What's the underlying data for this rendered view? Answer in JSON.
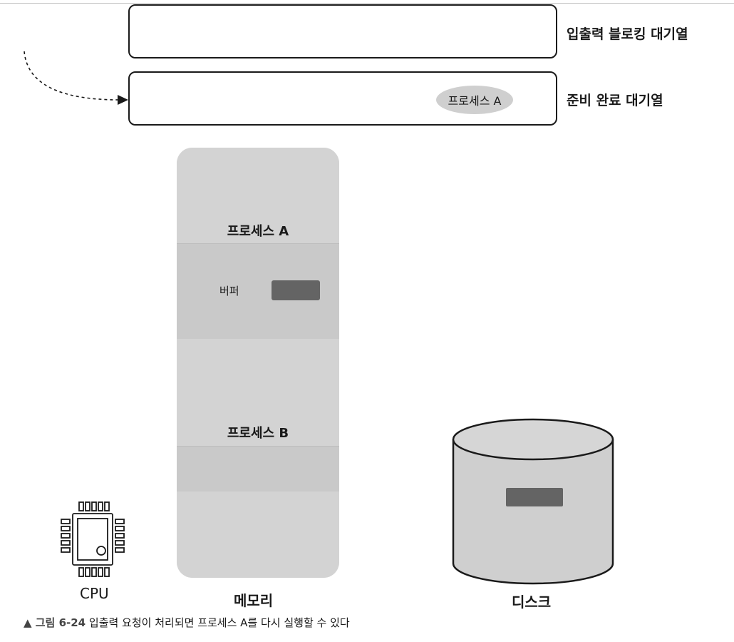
{
  "queues": {
    "blocking_label": "입출력 블로킹 대기열",
    "ready_label": "준비 완료 대기열",
    "ready_item": "프로세스 A"
  },
  "memory": {
    "process_a": "프로세스 A",
    "buffer_label": "버퍼",
    "process_b": "프로세스 B",
    "label": "메모리"
  },
  "cpu": {
    "label": "CPU"
  },
  "disk": {
    "label": "디스크"
  },
  "caption": {
    "number": "▲ 그림 6-24",
    "text": " 입출력 요청이 처리되면 프로세스 A를 다시 실행할 수 있다"
  },
  "icons": [
    "arrow-icon",
    "cpu-chip-icon",
    "disk-cylinder-icon"
  ],
  "colors": {
    "fill_gray": "#d0d0d0",
    "dark_block": "#646464",
    "outline": "#1a1a1a"
  }
}
